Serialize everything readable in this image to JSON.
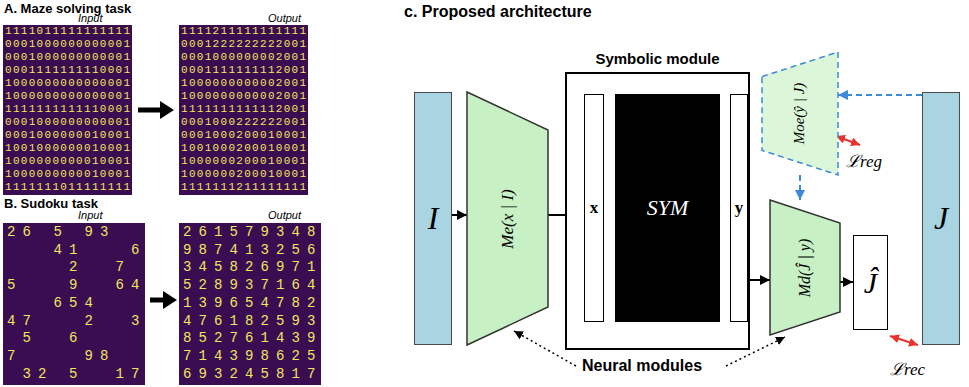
{
  "diagram": {
    "nodes": [
      {
        "text": [
          "I"
        ]
      },
      {
        "text": [
          "Me(x | I)"
        ]
      },
      {
        "text": [
          "Symbolic module"
        ]
      },
      {
        "text": [
          "x"
        ],
        "in": 2
      },
      {
        "text": [
          "SYM"
        ],
        "in": 2
      },
      {
        "text": [
          "y"
        ],
        "in": 2
      },
      {
        "text": [
          "Moe(ŷ | J)"
        ]
      },
      {
        "text": [
          "Md(Ĵ | y)"
        ]
      },
      {
        "text": [
          "Ĵ"
        ]
      },
      {
        "text": [
          "J"
        ]
      }
    ],
    "edges": [
      {
        "from": 0,
        "to": 1,
        "arrow": "to"
      },
      {
        "from": 1,
        "to": 3,
        "arrow": "to"
      },
      {
        "from": 5,
        "to": 7,
        "arrow": "to"
      },
      {
        "from": 7,
        "to": 8,
        "arrow": "to"
      },
      {
        "from": 9,
        "to": 6,
        "arrow": "to"
      },
      {
        "from": 6,
        "to": 7,
        "arrow": "to"
      }
    ],
    "labels": [
      "A. Maze solving task",
      "Input",
      "Output",
      "1111011111111111",
      "0001000000000001",
      "0001000000000001",
      "0001111111110001",
      "1000000000000001",
      "1000000000000001",
      "1111111111110001",
      "0001000000000001",
      "0001000000010001",
      "1001000000010001",
      "1000000000010001",
      "1000000000010001",
      "1111111011111111",
      "1111211111111111",
      "0001222222222001",
      "0001000000002001",
      "0001111111112001",
      "1000000000002001",
      "1000000000002001",
      "1111111111112001",
      "0001000222222001",
      "0001000200010001",
      "1001000200010001",
      "1000000200010001",
      "1000000200010001",
      "1111111211111111",
      "B. Sudoku task",
      "Input",
      "Output",
      "26 5 93  ",
      "   41   6",
      "    2  7 ",
      "5   9  64",
      "   654   ",
      "47   2  3",
      " 5  6    ",
      "7    98  ",
      " 32 5  17",
      "261579348",
      "987413256",
      "345826971",
      "528937164",
      "139654782",
      "476182593",
      "852761439",
      "714398625",
      "693245817",
      "c. Proposed architecture",
      "ℒreg",
      "ℒrec",
      "Neural modules"
    ]
  }
}
